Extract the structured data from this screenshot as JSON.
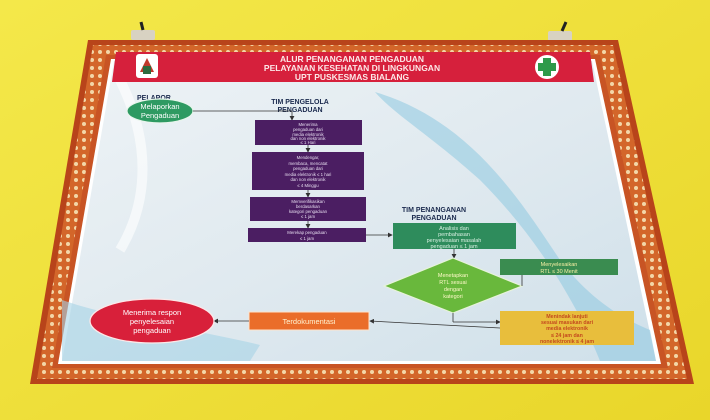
{
  "header": {
    "line1": "ALUR PENANGANAN PENGADUAN",
    "line2": "PELAYANAN KESEHATAN DI LINGKUNGAN",
    "line3": "UPT PUSKESMAS BIALANG"
  },
  "lanes": {
    "pelapor": "PELAPOR",
    "pengelola_1": "TIM PENGELOLA",
    "pengelola_2": "PENGADUAN",
    "penanganan_1": "TIM PENANGANAN",
    "penanganan_2": "PENGADUAN"
  },
  "nodes": {
    "report_1": "Melaporkan",
    "report_2": "Pengaduan",
    "step1": [
      "Menerima",
      "pengaduan dari",
      "media elektronik",
      "dan non elektronik",
      "≤ 1 Hari"
    ],
    "step2": [
      "Mendengar,",
      "membaca, mencatat",
      "pengaduan dari",
      "media elektronik ≤ 1 hari",
      "dan non elektronik",
      "≤ 4 Minggu"
    ],
    "step3": [
      "Memverifikasikan",
      "berdasarkan",
      "kategori pengaduan",
      "≤ 1 jam"
    ],
    "step4": [
      "Merekap pengaduan",
      "≤ 1 jam"
    ],
    "analyze": [
      "Analisis dan",
      "pembahasan",
      "penyelesaian masalah",
      "pengaduan ≤ 1 jam"
    ],
    "decision": [
      "Menetapkan",
      "RTL sesuai",
      "dengan",
      "kategori"
    ],
    "resolve": [
      "Menyelesaikan",
      "RTL ≤ 30 Menit"
    ],
    "followup": [
      "Menindak lanjuti",
      "sesuai masukan dari",
      "media elektronik",
      "≤ 24 jam dan",
      "nonelektronik ≤ 4 jam"
    ],
    "document": "Terdokumentasi",
    "receive": [
      "Menerima respon",
      "penyelesaian",
      "pengaduan"
    ]
  },
  "colors": {
    "wall": "#f0e035",
    "frame_outer": "#c24a1c",
    "frame_inner": "#e0823a",
    "header_band": "#d6203c",
    "purple_box": "#4b1e62",
    "green_node": "#2e9a62",
    "red_node": "#d8203a",
    "gold_box": "#e8be3c",
    "orange_box": "#ea6d2a"
  },
  "icons": [
    "regional-logo-icon",
    "health-cross-icon",
    "wall-hook-icon"
  ]
}
